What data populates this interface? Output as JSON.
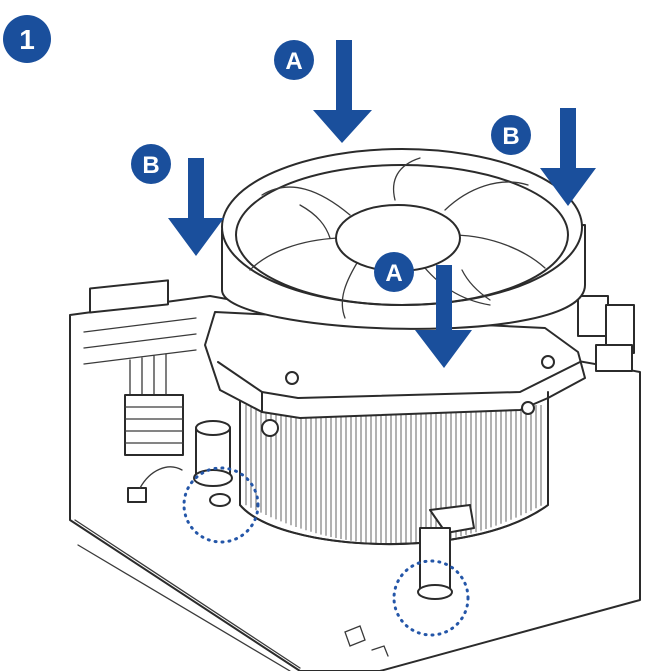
{
  "step": {
    "number": "1"
  },
  "labels": {
    "a": "A",
    "b": "B"
  },
  "colors": {
    "accent": "#1a4f9c",
    "line": "#2b2b2b",
    "highlight": "#2456a8"
  }
}
